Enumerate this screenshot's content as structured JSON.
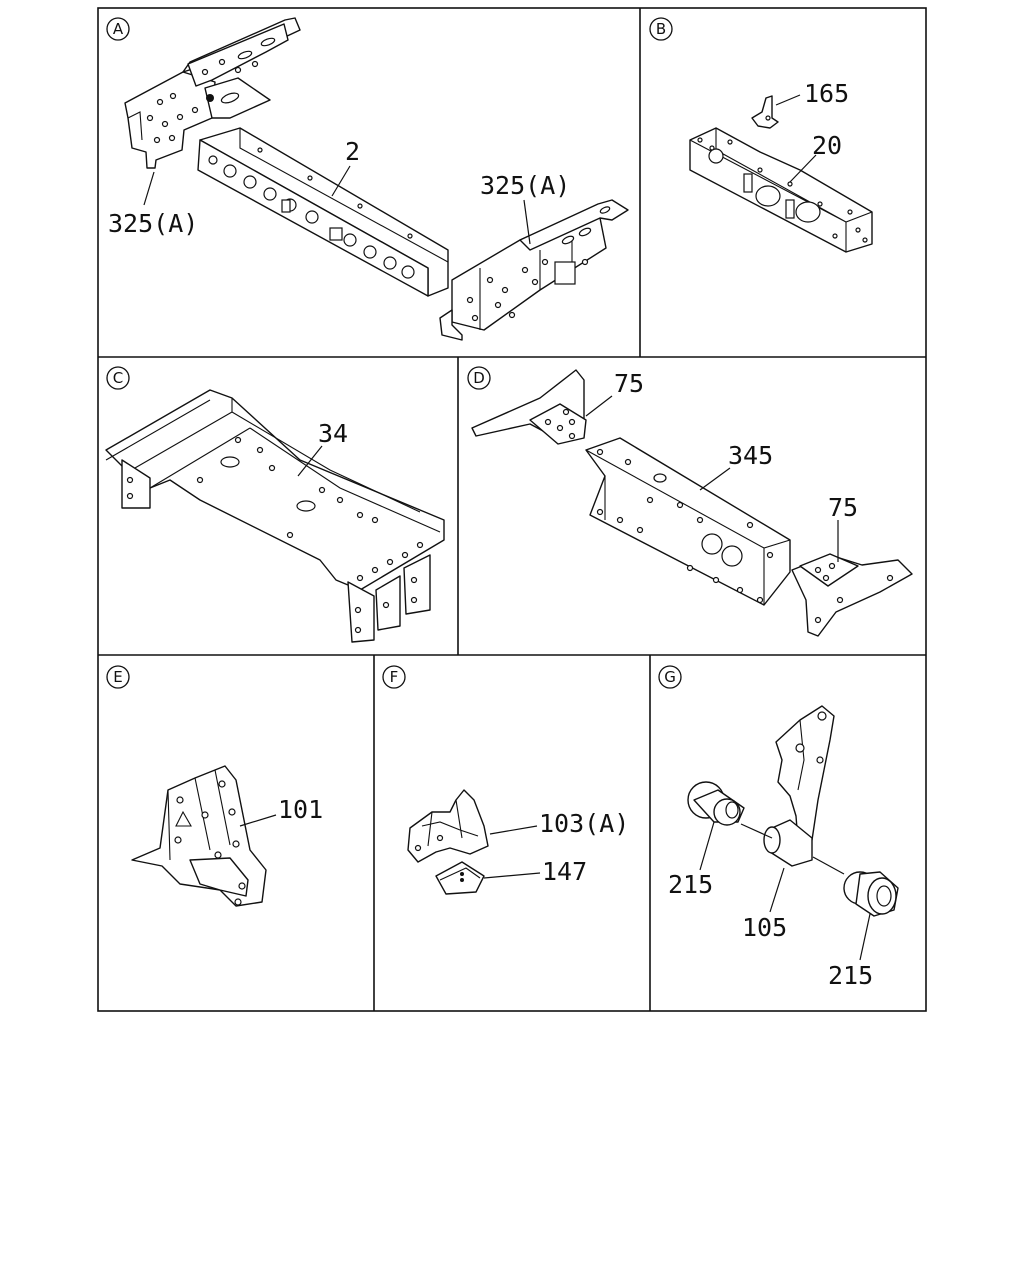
{
  "panels": {
    "A": {
      "id": "A",
      "labels": {
        "l1": "325(A)",
        "l2": "2",
        "l3": "325(A)"
      }
    },
    "B": {
      "id": "B",
      "labels": {
        "l1": "165",
        "l2": "20"
      }
    },
    "C": {
      "id": "C",
      "labels": {
        "l1": "34"
      }
    },
    "D": {
      "id": "D",
      "labels": {
        "l1": "75",
        "l2": "345",
        "l3": "75"
      }
    },
    "E": {
      "id": "E",
      "labels": {
        "l1": "101"
      }
    },
    "F": {
      "id": "F",
      "labels": {
        "l1": "103(A)",
        "l2": "147"
      }
    },
    "G": {
      "id": "G",
      "labels": {
        "l1": "215",
        "l2": "105",
        "l3": "215"
      }
    }
  },
  "style": {
    "line_color": "#111111",
    "background": "#ffffff"
  }
}
